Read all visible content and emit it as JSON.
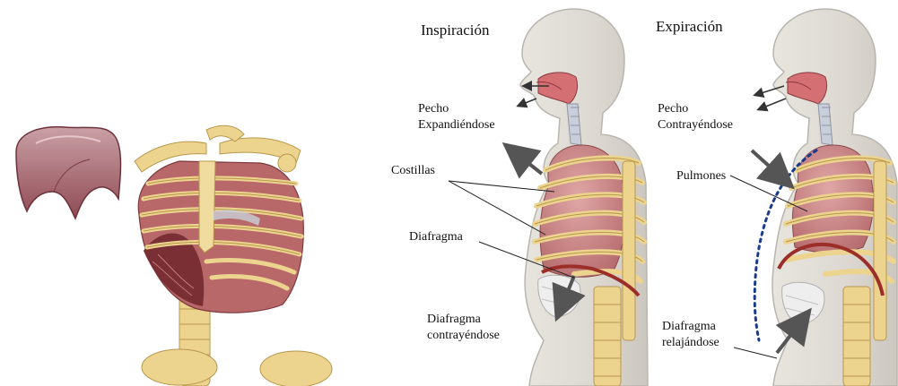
{
  "titles": {
    "inspiration": "Inspiración",
    "expiration": "Expiración"
  },
  "labels": {
    "chest_expanding_1": "Pecho",
    "chest_expanding_2": "Expandiéndose",
    "ribs": "Costillas",
    "diaphragm": "Diafragma",
    "diaphragm_contracting_1": "Diafragma",
    "diaphragm_contracting_2": "contrayéndose",
    "chest_contracting_1": "Pecho",
    "chest_contracting_2": "Contrayéndose",
    "lungs": "Pulmones",
    "diaphragm_relaxing_1": "Diafragma",
    "diaphragm_relaxing_2": "relajándose"
  },
  "colors": {
    "skin": "#dedad4",
    "skin_outline": "#b9b5ae",
    "bone": "#ecd48f",
    "bone_outline": "#b8964c",
    "muscle": "#b9686a",
    "lung": "#c88a8c",
    "diaphragm": "#9c2e2a",
    "airway": "#d46f73",
    "arrow": "#555555",
    "dotted_line": "#1a3a8a"
  }
}
